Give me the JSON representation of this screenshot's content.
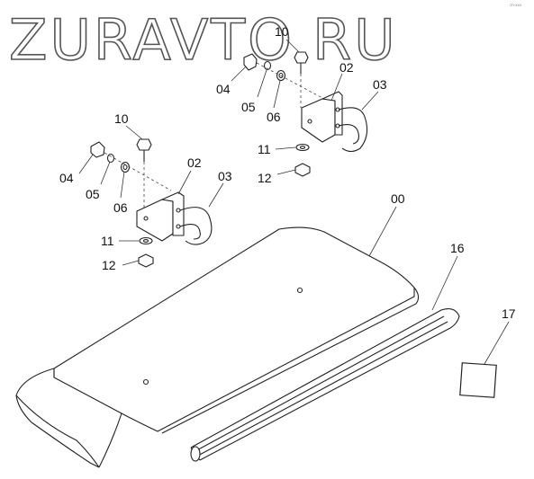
{
  "watermark": "ZURAVTO.RU",
  "corner_code": "ch-xxx",
  "callouts": {
    "c00": "00",
    "c16": "16",
    "c17": "17",
    "r_10": "10",
    "r_04": "04",
    "r_05": "05",
    "r_06": "06",
    "r_02": "02",
    "r_03": "03",
    "r_11": "11",
    "r_12": "12",
    "l_10": "10",
    "l_04": "04",
    "l_05": "05",
    "l_06": "06",
    "l_02": "02",
    "l_03": "03",
    "l_11": "11",
    "l_12": "12"
  }
}
